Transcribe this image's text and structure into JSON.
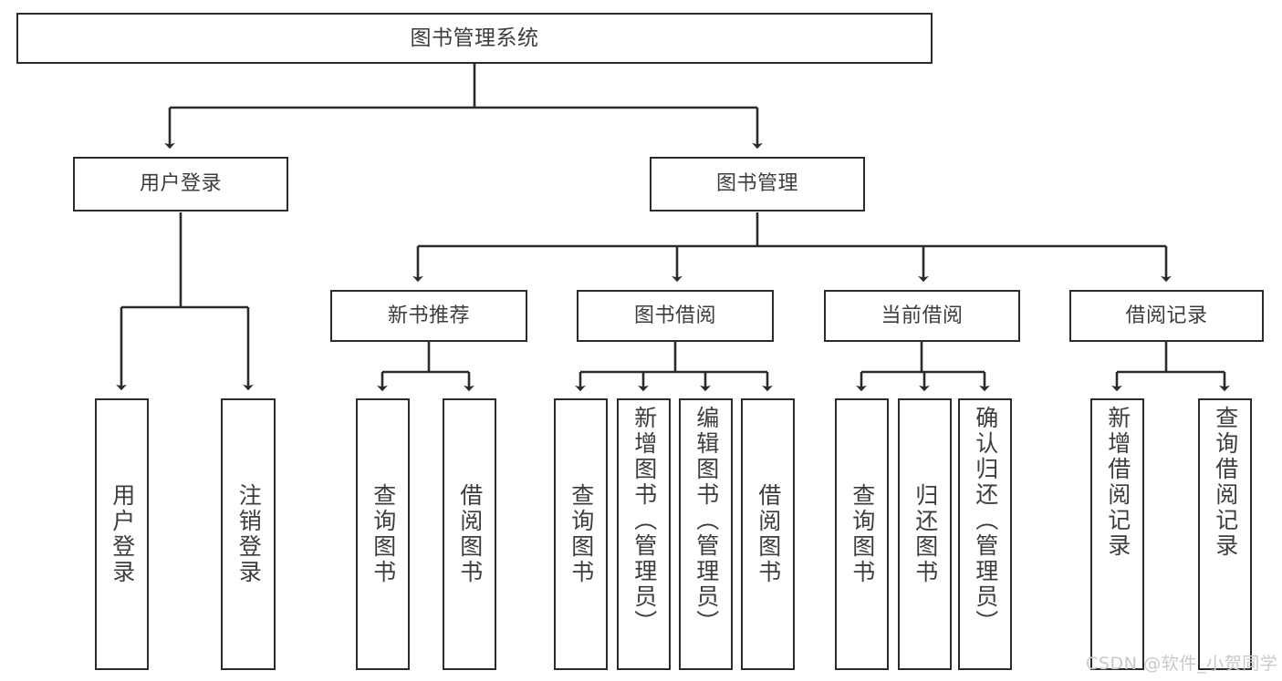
{
  "diagram": {
    "type": "tree-hierarchy-diagram",
    "title": "图书管理系统",
    "watermark": "CSDN @软件_小贺同学",
    "colors": {
      "background": "#ffffff",
      "box_border": "#2b2b2b",
      "box_fill": "#ffffff",
      "text": "#3d3d3d",
      "connector": "#2b2b2b",
      "watermark": "#c9c9c9"
    },
    "levels": {
      "level0": "系统根节点",
      "level1": "一级模块",
      "level2": "二级模块",
      "level3": "功能叶节点"
    },
    "nodes": {
      "root": {
        "label": "图书管理系统",
        "orientation": "horizontal"
      },
      "user_login": {
        "label": "用户登录",
        "orientation": "horizontal"
      },
      "book_manage": {
        "label": "图书管理",
        "orientation": "horizontal"
      },
      "new_book_rec": {
        "label": "新书推荐",
        "orientation": "horizontal"
      },
      "book_borrow": {
        "label": "图书借阅",
        "orientation": "horizontal"
      },
      "current_borrow": {
        "label": "当前借阅",
        "orientation": "horizontal"
      },
      "borrow_record": {
        "label": "借阅记录",
        "orientation": "horizontal"
      },
      "leaf_user_login": {
        "label": "用户登录",
        "orientation": "vertical"
      },
      "leaf_user_logout": {
        "label": "注销登录",
        "orientation": "vertical"
      },
      "leaf_rec_query": {
        "label": "查询图书",
        "orientation": "vertical"
      },
      "leaf_rec_borrow": {
        "label": "借阅图书",
        "orientation": "vertical"
      },
      "leaf_borrow_query": {
        "label": "查询图书",
        "orientation": "vertical"
      },
      "leaf_borrow_add": {
        "label": "新增图书（管理员）",
        "orientation": "vertical"
      },
      "leaf_borrow_edit": {
        "label": "编辑图书（管理员）",
        "orientation": "vertical"
      },
      "leaf_borrow_lend": {
        "label": "借阅图书",
        "orientation": "vertical"
      },
      "leaf_cur_query": {
        "label": "查询图书",
        "orientation": "vertical"
      },
      "leaf_cur_return": {
        "label": "归还图书",
        "orientation": "vertical"
      },
      "leaf_cur_confirm": {
        "label": "确认归还（管理员）",
        "orientation": "vertical"
      },
      "leaf_rec_add": {
        "label": "新增借阅记录",
        "orientation": "vertical"
      },
      "leaf_rec_query_rec": {
        "label": "查询借阅记录",
        "orientation": "vertical"
      }
    },
    "edges": [
      {
        "from": "root",
        "to": "user_login"
      },
      {
        "from": "root",
        "to": "book_manage"
      },
      {
        "from": "user_login",
        "to": "leaf_user_login"
      },
      {
        "from": "user_login",
        "to": "leaf_user_logout"
      },
      {
        "from": "book_manage",
        "to": "new_book_rec"
      },
      {
        "from": "book_manage",
        "to": "book_borrow"
      },
      {
        "from": "book_manage",
        "to": "current_borrow"
      },
      {
        "from": "book_manage",
        "to": "borrow_record"
      },
      {
        "from": "new_book_rec",
        "to": "leaf_rec_query"
      },
      {
        "from": "new_book_rec",
        "to": "leaf_rec_borrow"
      },
      {
        "from": "book_borrow",
        "to": "leaf_borrow_query"
      },
      {
        "from": "book_borrow",
        "to": "leaf_borrow_add"
      },
      {
        "from": "book_borrow",
        "to": "leaf_borrow_edit"
      },
      {
        "from": "book_borrow",
        "to": "leaf_borrow_lend"
      },
      {
        "from": "current_borrow",
        "to": "leaf_cur_query"
      },
      {
        "from": "current_borrow",
        "to": "leaf_cur_return"
      },
      {
        "from": "current_borrow",
        "to": "leaf_cur_confirm"
      },
      {
        "from": "borrow_record",
        "to": "leaf_rec_add"
      },
      {
        "from": "borrow_record",
        "to": "leaf_rec_query_rec"
      }
    ]
  }
}
